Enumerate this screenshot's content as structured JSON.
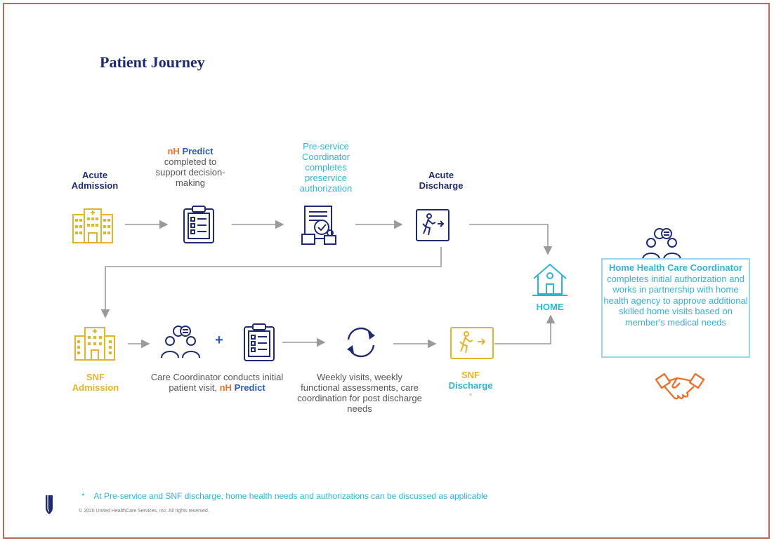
{
  "title": "Patient Journey",
  "nodes": {
    "acute_admission": "Acute Admission",
    "nh_predict": {
      "nh": "nH",
      "predict": "Predict",
      "rest": "completed to support decision-making"
    },
    "preservice": "Pre-service Coordinator completes preservice authorization",
    "acute_discharge": "Acute Discharge",
    "home": "HOME",
    "snf_admission": "SNF Admission",
    "plus": "+",
    "care_coordinator": {
      "text": "Care Coordinator conducts initial patient visit,",
      "nh": "nH",
      "predict": "Predict"
    },
    "weekly": "Weekly visits, weekly functional assessments, care coordination for post discharge needs",
    "snf_discharge_1": "SNF",
    "snf_discharge_2": "Discharge",
    "star": "*"
  },
  "home_health": {
    "bold": "Home Health Care Coordinator",
    "rest": "completes initial authorization and works in partnership with home health agency to approve additional skilled home visits based on member's medical needs"
  },
  "footnote": {
    "star": "*",
    "text": "At Pre-service and SNF discharge, home health  needs and authorizations can be discussed as applicable"
  },
  "copyright": "© 2020 United HealthCare Services, Inc. All rights reserved.",
  "colors": {
    "navy": "#1f2b6e",
    "gold": "#e3b42a",
    "cyan": "#2fb3d6",
    "orange": "#e8722c",
    "arrow": "#9a9a9a",
    "border": "#b86a5e"
  },
  "icons": [
    "hospital-icon",
    "clipboard-icon",
    "authorization-icon",
    "exit-icon",
    "house-icon",
    "people-chat-icon",
    "refresh-cycle-icon",
    "handshake-icon",
    "logo-shield-icon"
  ]
}
